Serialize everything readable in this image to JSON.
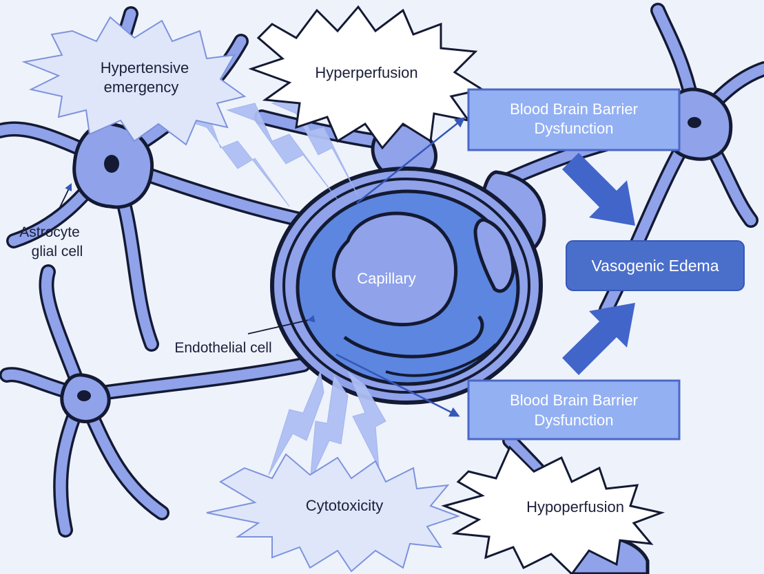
{
  "labels": {
    "hypertensive_line1": "Hypertensive",
    "hypertensive_line2": "emergency",
    "hyperperfusion": "Hyperperfusion",
    "bbb_top_line1": "Blood Brain Barrier",
    "bbb_top_line2": "Dysfunction",
    "astrocyte_line1": "Astrocyte",
    "astrocyte_line2": "glial cell",
    "capillary": "Capillary",
    "vasogenic": "Vasogenic Edema",
    "endothelial": "Endothelial cell",
    "bbb_bottom_line1": "Blood Brain Barrier",
    "bbb_bottom_line2": "Dysfunction",
    "cytotoxicity": "Cytotoxicity",
    "hypoperfusion": "Hypoperfusion"
  },
  "colors": {
    "background": "#eef2fb",
    "cell_fill": "#8fa2ea",
    "cell_outline": "#141a33",
    "capillary_fill": "#5c86e0",
    "box_fill": "#93b0f3",
    "box_border": "#4b67c7",
    "edema_fill": "#4a6fcb",
    "arrow": "#4165c9",
    "starburst_fill": "#ffffff",
    "starburst_light": "#dfe6fa",
    "lightning": "#aebff3"
  },
  "icons": {
    "top_bolts": "lightning-bolt-icon",
    "bottom_bolts": "lightning-bolt-icon"
  }
}
